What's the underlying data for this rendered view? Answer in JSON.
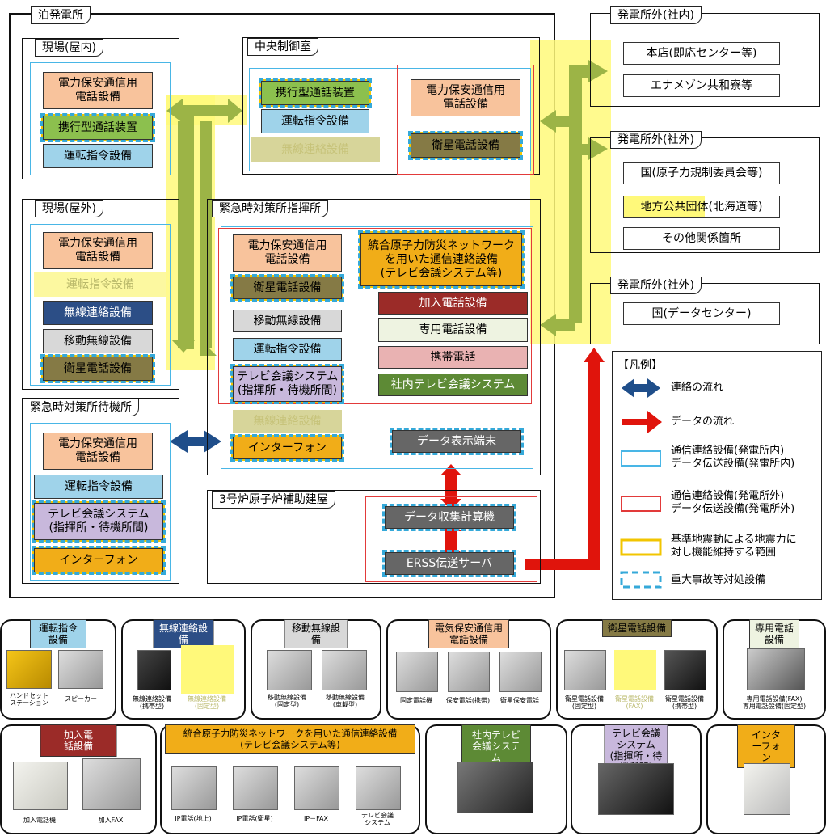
{
  "plant": {
    "title": "泊発電所"
  },
  "sites": {
    "indoor": "現場(屋内)",
    "outdoor": "現場(屋外)",
    "standby": "緊急時対策所待機所",
    "control_room": "中央制御室",
    "command": "緊急時対策所指揮所",
    "aux_building": "3号炉原子炉補助建屋"
  },
  "equipment": {
    "power_phone": "電力保安通信用\n電話設備",
    "portable_phone": "携行型通話装置",
    "dispatch": "運転指令設備",
    "wireless": "無線連絡設備",
    "mobile_wireless": "移動無線設備",
    "satellite": "衛星電話設備",
    "tv_conf": "テレビ会議システム\n(指揮所・待機所間)",
    "interphone": "インターフォン",
    "integrated_net": "統合原子力防災ネットワーク\nを用いた通信連絡設備\n(テレビ会議システム等)",
    "subscriber": "加入電話設備",
    "dedicated": "専用電話設備",
    "cellphone": "携帯電話",
    "inhouse_tv": "社内テレビ会議システム",
    "data_terminal": "データ表示端末",
    "data_computer": "データ収集計算機",
    "erss": "ERSS伝送サーバ"
  },
  "external": {
    "internal_title": "発電所外(社内)",
    "internal_items": [
      "本店(即応センター等)",
      "エナメゾン共和寮等"
    ],
    "outside_title": "発電所外(社外)",
    "outside_items": [
      "国(原子力規制委員会等)",
      "地方公共団体(北海道等)",
      "その他関係箇所"
    ],
    "outside2_title": "発電所外(社外)",
    "outside2_items": [
      "国(データセンター)"
    ]
  },
  "legend": {
    "title": "【凡例】",
    "contact_flow": "連絡の流れ",
    "data_flow": "データの流れ",
    "in_plant": "通信連絡設備(発電所内)\nデータ伝送設備(発電所内)",
    "out_plant": "通信連絡設備(発電所外)\nデータ伝送設備(発電所外)",
    "seismic": "基準地震動による地震力に\n対し機能維持する範囲",
    "severe": "重大事故等対処設備",
    "colors": {
      "contact": "#1f4e8a",
      "data": "#e0140c",
      "in": "#49b6e6",
      "out": "#e23a3a",
      "seismic": "#f2c500",
      "severe": "#35a9d9"
    }
  },
  "photos": [
    {
      "title": "運転指令設備",
      "captions": [
        "ハンドセット\nステーション",
        "スピーカー"
      ]
    },
    {
      "title": "無線連絡設備",
      "captions": [
        "無線連絡設備\n(携帯型)",
        "無線連絡設備\n(固定型)"
      ]
    },
    {
      "title": "移動無線設備",
      "captions": [
        "移動無線設備\n(固定型)",
        "移動無線設備\n(車載型)"
      ]
    },
    {
      "title": "電気保安通信用電話設備",
      "captions": [
        "固定電話機",
        "保安電話(携帯)",
        "衛星保安電話"
      ]
    },
    {
      "title": "衛星電話設備",
      "captions": [
        "衛星電話設備\n(固定型)",
        "衛星電話設備\n(FAX)",
        "衛星電話設備\n(携帯型)"
      ]
    },
    {
      "title": "専用電話設備",
      "captions": [
        "専用電話設備(FAX)\n専用電話設備(固定型)"
      ]
    },
    {
      "title": "加入電話設備",
      "captions": [
        "加入電話機",
        "加入FAX"
      ]
    },
    {
      "title": "統合原子力防災ネットワークを用いた通信連絡設備\n(テレビ会議システム等)",
      "captions": [
        "IP電話(地上)",
        "IP電話(衛星)",
        "IP－FAX",
        "テレビ会議\nシステム"
      ]
    },
    {
      "title": "社内テレビ会議システム",
      "captions": []
    },
    {
      "title": "テレビ会議システム\n(指揮所・待機所間)",
      "captions": []
    },
    {
      "title": "インターフォン",
      "captions": []
    }
  ]
}
